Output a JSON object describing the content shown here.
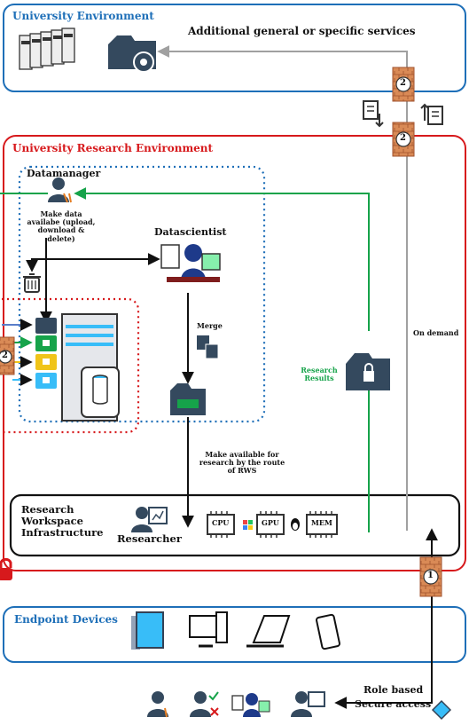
{
  "zones": {
    "university_environment": "University Environment",
    "university_research_environment": "University Research Environment",
    "endpoint_devices": "Endpoint Devices"
  },
  "labels": {
    "additional_services": "Additional general or specific services",
    "datamanager": "Datamanager",
    "make_data_available": "Make data availabe (upload, download & delete)",
    "datascientist": "Datascientist",
    "merge": "Merge",
    "on_demand": "On demand",
    "research_results": "Research Results",
    "make_available_rws": "Make available for research by the route of RWS",
    "rws_infrastructure": "Research Workspace Infrastructure",
    "researcher": "Researcher",
    "role_based_access_line1": "Role based",
    "role_based_access_line2": "Secure access"
  },
  "chips": {
    "cpu": "CPU",
    "gpu": "GPU",
    "mem": "MEM"
  },
  "firewall_numbers": {
    "fw_top": "2",
    "fw_mid": "2",
    "fw_left": "2",
    "fw_bottom": "1"
  },
  "colors": {
    "blue": "#1e6fb8",
    "red": "#d7191c",
    "green": "#16a34a",
    "gray": "#a0a0a0",
    "dark": "#111111",
    "firewall": "#d98a56"
  }
}
